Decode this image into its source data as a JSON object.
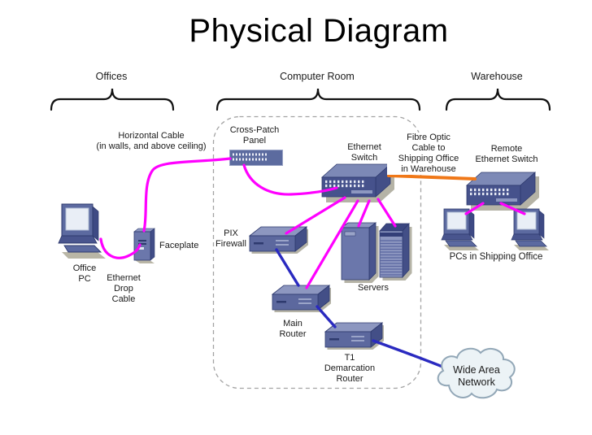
{
  "title": "Physical Diagram",
  "sections": {
    "offices": "Offices",
    "computer_room": "Computer Room",
    "warehouse": "Warehouse"
  },
  "labels": {
    "horizontal_cable": "Horizontal Cable\n(in walls, and above ceiling)",
    "cross_patch_panel": "Cross-Patch\nPanel",
    "ethernet_switch": "Ethernet\nSwitch",
    "fibre_optic": "Fibre Optic\nCable to\nShipping Office\nin Warehouse",
    "remote_switch": "Remote\nEthernet Switch",
    "office_pc": "Office\nPC",
    "ethernet_drop_cable": "Ethernet\nDrop\nCable",
    "faceplate": "Faceplate",
    "pix_firewall": "PIX\nFirewall",
    "servers": "Servers",
    "main_router": "Main\nRouter",
    "t1_router": "T1\nDemarcation\nRouter",
    "wan": "Wide Area\nNetwork",
    "pcs_shipping": "PCs in Shipping Office"
  },
  "colors": {
    "ethernet_cable": "#ff00ff",
    "fibre_cable": "#f07818",
    "wan_cable": "#2a2ac0",
    "boundary": "#a3a3a3",
    "brace": "#111111"
  },
  "connections": [
    {
      "from": "Office PC",
      "to": "Faceplate",
      "cable": "Ethernet Drop Cable"
    },
    {
      "from": "Faceplate",
      "to": "Cross-Patch Panel",
      "cable": "Horizontal Cable (in walls, and above ceiling)"
    },
    {
      "from": "Cross-Patch Panel",
      "to": "Ethernet Switch",
      "cable": "Ethernet"
    },
    {
      "from": "Ethernet Switch",
      "to": "PIX Firewall",
      "cable": "Ethernet"
    },
    {
      "from": "Ethernet Switch",
      "to": "Main Router",
      "cable": "Ethernet"
    },
    {
      "from": "Ethernet Switch",
      "to": "Server 1",
      "cable": "Ethernet"
    },
    {
      "from": "Ethernet Switch",
      "to": "Server 2",
      "cable": "Ethernet"
    },
    {
      "from": "Ethernet Switch",
      "to": "Remote Ethernet Switch",
      "cable": "Fibre Optic Cable to Shipping Office in Warehouse"
    },
    {
      "from": "Remote Ethernet Switch",
      "to": "Shipping Office PC 1",
      "cable": "Ethernet"
    },
    {
      "from": "Remote Ethernet Switch",
      "to": "Shipping Office PC 2",
      "cable": "Ethernet"
    },
    {
      "from": "PIX Firewall",
      "to": "Main Router",
      "cable": "WAN link"
    },
    {
      "from": "Main Router",
      "to": "T1 Demarcation Router",
      "cable": "WAN link"
    },
    {
      "from": "T1 Demarcation Router",
      "to": "Wide Area Network",
      "cable": "WAN link"
    }
  ]
}
